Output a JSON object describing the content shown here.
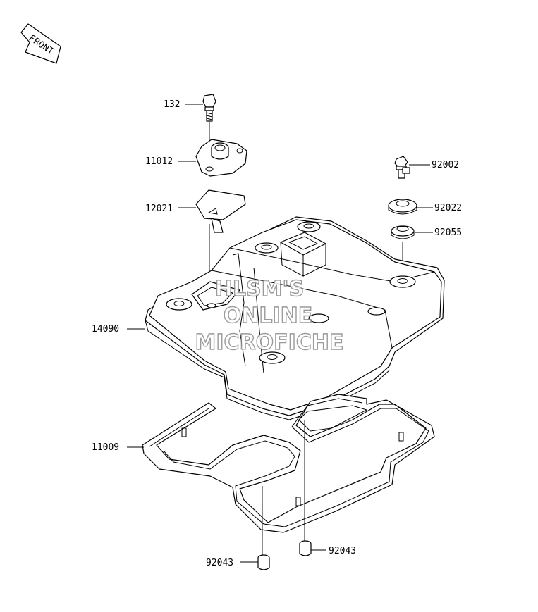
{
  "front_badge": {
    "text": "FRONT"
  },
  "part_labels": {
    "p132": "132",
    "p11012": "11012",
    "p12021": "12021",
    "p14090": "14090",
    "p11009": "11009",
    "p92002": "92002",
    "p92022": "92022",
    "p92055": "92055",
    "p92043_left": "92043",
    "p92043_right": "92043"
  },
  "watermark": {
    "line1": "HLSM'S",
    "line2": "ONLINE",
    "line3": "MICROFICHE"
  }
}
